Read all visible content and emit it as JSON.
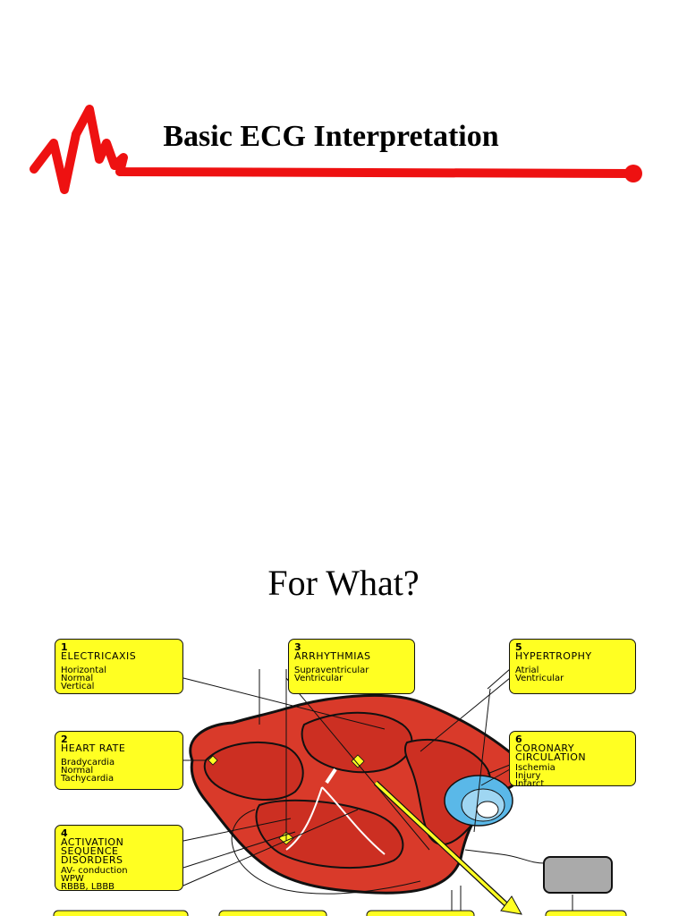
{
  "slide": {
    "title": "Basic ECG Interpretation",
    "subtitle": "For What?"
  },
  "boxes": {
    "axis": {
      "num": "1",
      "head": "ELECTRICAXIS",
      "items": [
        "Horizontal",
        "Normal",
        "Vertical"
      ]
    },
    "rate": {
      "num": "2",
      "head": "HEART RATE",
      "items": [
        "Bradycardia",
        "Normal",
        "Tachycardia"
      ]
    },
    "arrhythmias": {
      "num": "3",
      "head": "ARRHYTHMIAS",
      "items": [
        "Supraventricular",
        "Ventricular"
      ]
    },
    "activation": {
      "num": "4",
      "head_lines": [
        "ACTIVATION",
        "SEQUENCE",
        "DISORDERS"
      ],
      "items": [
        "AV- conduction",
        "WPW",
        "RBBB, LBBB"
      ]
    },
    "hypertrophy": {
      "num": "5",
      "head": "HYPERTROPHY",
      "items": [
        "Atrial",
        "Ventricular"
      ]
    },
    "coronary": {
      "num": "6",
      "head_lines": [
        "CORONARY",
        "CIRCULATION"
      ],
      "items": [
        "Ischemia",
        "Injury",
        "Infarct"
      ]
    }
  },
  "colors": {
    "logo_red": "#ee1111",
    "box_fill": "#ffff22",
    "heart_red": "#d93a2a",
    "ischemia_blue": "#5ab8e8"
  }
}
